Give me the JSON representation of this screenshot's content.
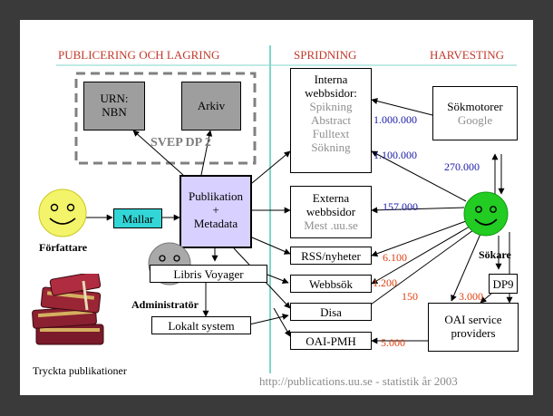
{
  "headers": {
    "publicering": "PUBLICERING OCH LAGRING",
    "spridning": "SPRIDNING",
    "harvesting": "HARVESTING"
  },
  "svep": {
    "label": "SVEP DP 2"
  },
  "boxes": {
    "urn": [
      "URN:",
      "NBN"
    ],
    "arkiv": "Arkiv",
    "mallar": "Mallar",
    "publikation": [
      "Publikation",
      "+",
      "Metadata"
    ],
    "libris": "Libris Voyager",
    "lokalt": "Lokalt system",
    "interna": {
      "title": [
        "Interna",
        "webbsidor:"
      ],
      "items": [
        "Spikning",
        "Abstract",
        "Fulltext",
        "Sökning"
      ]
    },
    "externa": {
      "title": [
        "Externa",
        "webbsidor"
      ],
      "sub": "Mest .uu.se"
    },
    "rss": "RSS/nyheter",
    "webbsok": "Webbsök",
    "disa": "Disa",
    "oaipmh": "OAI-PMH",
    "sokmotorer": {
      "title": "Sökmotorer",
      "sub": "Google"
    },
    "dp9": "DP9",
    "oai_sp": [
      "OAI service",
      "providers"
    ]
  },
  "labels": {
    "forfattare": "Författare",
    "administrator": "Administratör",
    "sokare": "Sökare",
    "tryckta": "Tryckta publikationer",
    "footer": "http://publications.uu.se - statistik år 2003"
  },
  "stats": {
    "interna": "1.000.000",
    "interna2": "1.100.000",
    "google": "270.000",
    "externa": "157.000",
    "rss": "6.100",
    "webbsok": "1.200",
    "disa": "150",
    "dp9": "3.000",
    "oaipmh": "5.000"
  },
  "colors": {
    "header": "#c0392b",
    "stat_blue": "#1a1aa8",
    "stat_red": "#e04010",
    "smiley": "#f4f46a",
    "sokare_face": "#22cc22",
    "divider": "#7fd6c8"
  }
}
